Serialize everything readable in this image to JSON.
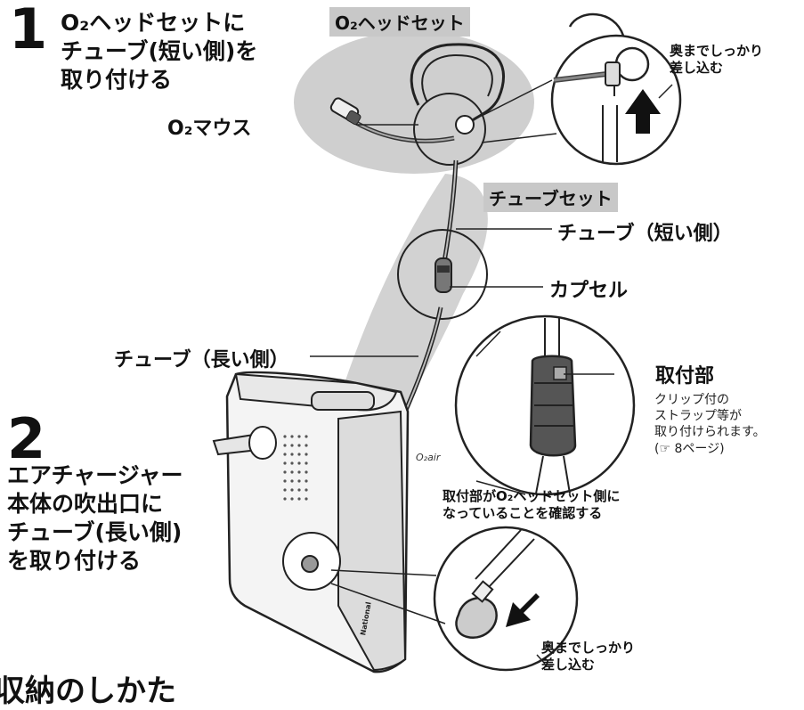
{
  "step1": {
    "number": "1",
    "lines": [
      "O₂ヘッドセットに",
      "チューブ(短い側)を",
      "取り付ける"
    ]
  },
  "step2": {
    "number": "2",
    "lines": [
      "エアチャージャー",
      "本体の吹出口に",
      "チューブ(長い側)",
      "を取り付ける"
    ]
  },
  "labels": {
    "headset_tag": "O₂ヘッドセット",
    "mouth": "O₂マウス",
    "insert_top": [
      "奥までしっかり",
      "差し込む"
    ],
    "tubeset_tag": "チューブセット",
    "tube_short": "チューブ（短い側）",
    "capsule": "カプセル",
    "tube_long": "チューブ（長い側）",
    "attach_title": "取付部",
    "attach_note": [
      "クリップ付の",
      "ストラップ等が",
      "取り付けられます。",
      "(☞ 8ページ)"
    ],
    "confirm": [
      "取付部がO₂ヘッドセット側に",
      "なっていることを確認する"
    ],
    "insert_bottom": [
      "奥までしっかり",
      "差し込む"
    ],
    "device_brand": "National",
    "device_logo": "O₂air",
    "footer_partial": "収納のしかた"
  }
}
